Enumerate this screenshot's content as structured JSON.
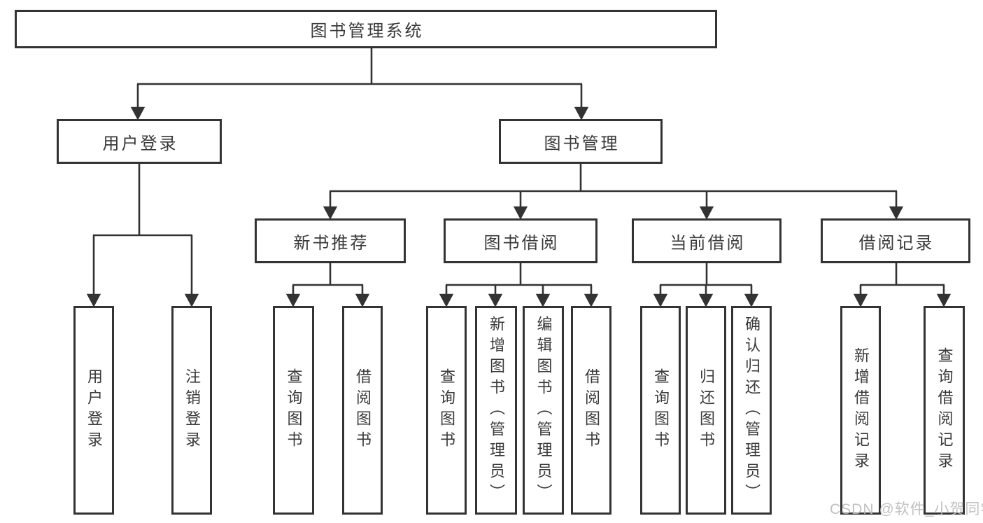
{
  "page": {
    "background": "#ffffff",
    "watermark": {
      "text": "CSDN @软件_小贺同学",
      "color": "#bababa"
    }
  },
  "style": {
    "line_color": "#333333",
    "box_border_color": "#333333",
    "box_fill": "#ffffff",
    "text_color": "#3a3a3a"
  },
  "tree": {
    "root": {
      "label": "图书管理系统"
    },
    "user_login": {
      "label": "用户登录",
      "children": [
        {
          "label": "用户登录"
        },
        {
          "label": "注销登录"
        }
      ]
    },
    "book_manage": {
      "label": "图书管理",
      "children": [
        {
          "label": "新书推荐",
          "children": [
            {
              "label": "查询图书"
            },
            {
              "label": "借阅图书"
            }
          ]
        },
        {
          "label": "图书借阅",
          "children": [
            {
              "label": "查询图书"
            },
            {
              "label": "新增图书（管理员）"
            },
            {
              "label": "编辑图书（管理员）"
            },
            {
              "label": "借阅图书"
            }
          ]
        },
        {
          "label": "当前借阅",
          "children": [
            {
              "label": "查询图书"
            },
            {
              "label": "归还图书"
            },
            {
              "label": "确认归还（管理员）"
            }
          ]
        },
        {
          "label": "借阅记录",
          "children": [
            {
              "label": "新增借阅记录"
            },
            {
              "label": "查询借阅记录"
            }
          ]
        }
      ]
    }
  }
}
